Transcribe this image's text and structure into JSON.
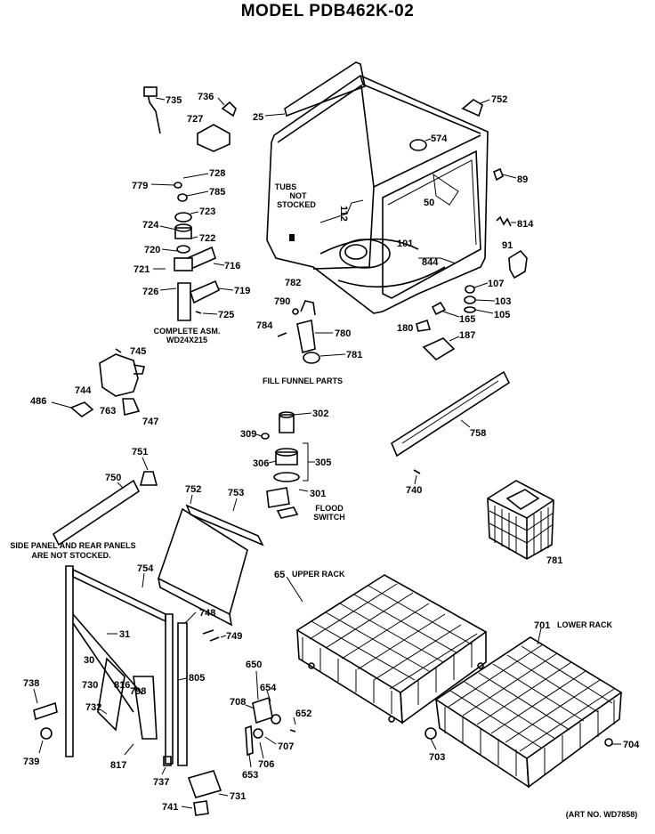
{
  "title": "MODEL PDB462K-02",
  "art_no": "(ART NO. WD7858)",
  "notes": {
    "tubs_not_stocked": [
      "TUBS",
      "NOT",
      "STOCKED"
    ],
    "complete_asm": [
      "COMPLETE ASM.",
      "WD24X215"
    ],
    "fill_funnel_parts": "FILL FUNNEL PARTS",
    "side_panels": [
      "SIDE PANEL AND REAR PANELS",
      "ARE NOT STOCKED."
    ],
    "upper_rack": "UPPER RACK",
    "lower_rack": "LOWER RACK",
    "flood_switch": [
      "FLOOD",
      "SWITCH"
    ]
  },
  "callouts": [
    {
      "id": "c735",
      "label": "735"
    },
    {
      "id": "c736",
      "label": "736"
    },
    {
      "id": "c727",
      "label": "727"
    },
    {
      "id": "c25",
      "label": "25"
    },
    {
      "id": "c574",
      "label": "574"
    },
    {
      "id": "c752a",
      "label": "752"
    },
    {
      "id": "c89",
      "label": "89"
    },
    {
      "id": "c50",
      "label": "50"
    },
    {
      "id": "c814",
      "label": "814"
    },
    {
      "id": "c112",
      "label": "112"
    },
    {
      "id": "c101",
      "label": "101"
    },
    {
      "id": "c844",
      "label": "844"
    },
    {
      "id": "c91",
      "label": "91"
    },
    {
      "id": "c107",
      "label": "107"
    },
    {
      "id": "c103",
      "label": "103"
    },
    {
      "id": "c105",
      "label": "105"
    },
    {
      "id": "c165",
      "label": "165"
    },
    {
      "id": "c180",
      "label": "180"
    },
    {
      "id": "c187",
      "label": "187"
    },
    {
      "id": "c779",
      "label": "779"
    },
    {
      "id": "c728",
      "label": "728"
    },
    {
      "id": "c785",
      "label": "785"
    },
    {
      "id": "c724",
      "label": "724"
    },
    {
      "id": "c723",
      "label": "723"
    },
    {
      "id": "c720",
      "label": "720"
    },
    {
      "id": "c722",
      "label": "722"
    },
    {
      "id": "c721",
      "label": "721"
    },
    {
      "id": "c716",
      "label": "716"
    },
    {
      "id": "c726",
      "label": "726"
    },
    {
      "id": "c719",
      "label": "719"
    },
    {
      "id": "c725",
      "label": "725"
    },
    {
      "id": "c782",
      "label": "782"
    },
    {
      "id": "c790",
      "label": "790"
    },
    {
      "id": "c784",
      "label": "784"
    },
    {
      "id": "c780",
      "label": "780"
    },
    {
      "id": "c781a",
      "label": "781"
    },
    {
      "id": "c745",
      "label": "745"
    },
    {
      "id": "c744",
      "label": "744"
    },
    {
      "id": "c486",
      "label": "486"
    },
    {
      "id": "c763",
      "label": "763"
    },
    {
      "id": "c747",
      "label": "747"
    },
    {
      "id": "c302",
      "label": "302"
    },
    {
      "id": "c309",
      "label": "309"
    },
    {
      "id": "c305",
      "label": "305"
    },
    {
      "id": "c306",
      "label": "306"
    },
    {
      "id": "c301",
      "label": "301"
    },
    {
      "id": "c758",
      "label": "758"
    },
    {
      "id": "c740",
      "label": "740"
    },
    {
      "id": "c751",
      "label": "751"
    },
    {
      "id": "c750",
      "label": "750"
    },
    {
      "id": "c752b",
      "label": "752"
    },
    {
      "id": "c753",
      "label": "753"
    },
    {
      "id": "c781b",
      "label": "781"
    },
    {
      "id": "c754",
      "label": "754"
    },
    {
      "id": "c65",
      "label": "65"
    },
    {
      "id": "c748",
      "label": "748"
    },
    {
      "id": "c31",
      "label": "31"
    },
    {
      "id": "c30",
      "label": "30"
    },
    {
      "id": "c749",
      "label": "749"
    },
    {
      "id": "c701",
      "label": "701"
    },
    {
      "id": "c730",
      "label": "730"
    },
    {
      "id": "c816",
      "label": "816"
    },
    {
      "id": "c798",
      "label": "798"
    },
    {
      "id": "c805",
      "label": "805"
    },
    {
      "id": "c650",
      "label": "650"
    },
    {
      "id": "c738",
      "label": "738"
    },
    {
      "id": "c654",
      "label": "654"
    },
    {
      "id": "c732",
      "label": "732"
    },
    {
      "id": "c708",
      "label": "708"
    },
    {
      "id": "c652",
      "label": "652"
    },
    {
      "id": "c749b",
      "label": "749"
    },
    {
      "id": "c707",
      "label": "707"
    },
    {
      "id": "c739",
      "label": "739"
    },
    {
      "id": "c817",
      "label": "817"
    },
    {
      "id": "c706",
      "label": "706"
    },
    {
      "id": "c703",
      "label": "703"
    },
    {
      "id": "c704",
      "label": "704"
    },
    {
      "id": "c653",
      "label": "653"
    },
    {
      "id": "c737",
      "label": "737"
    },
    {
      "id": "c731",
      "label": "731"
    },
    {
      "id": "c741",
      "label": "741"
    }
  ]
}
